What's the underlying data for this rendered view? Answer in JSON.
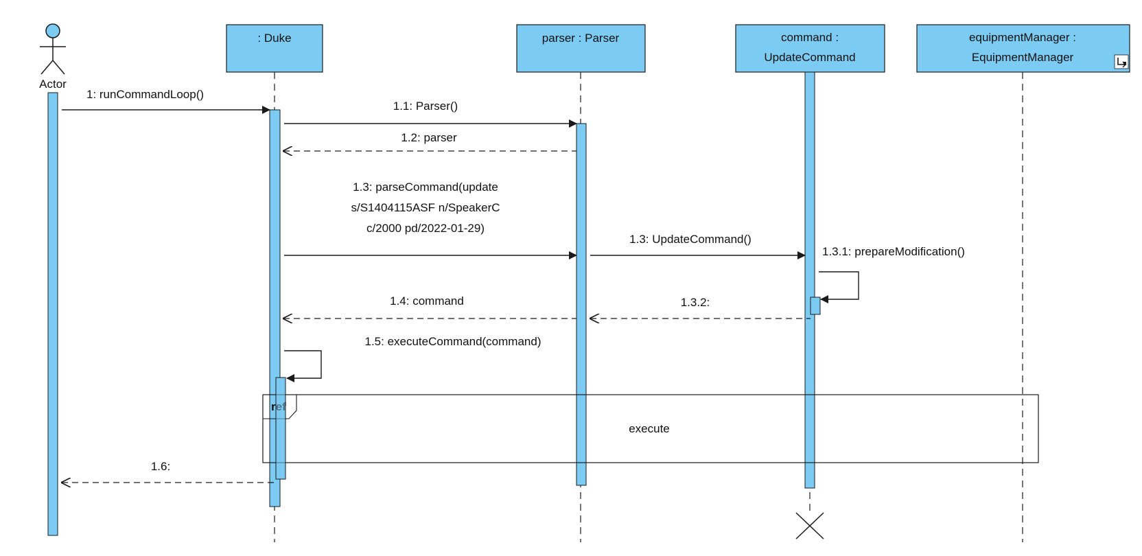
{
  "colors": {
    "lifeline_fill": "#7ccbf2",
    "stroke": "#1a1a1a",
    "background": "#ffffff"
  },
  "actor": {
    "label": "Actor",
    "icon": "stick-figure-icon"
  },
  "lifelines": [
    {
      "id": "duke",
      "line1": ": Duke",
      "line2": ""
    },
    {
      "id": "parser",
      "line1": "parser : Parser",
      "line2": ""
    },
    {
      "id": "command",
      "line1": "command :",
      "line2": "UpdateCommand"
    },
    {
      "id": "equipment",
      "line1": "equipmentManager :",
      "line2": "EquipmentManager"
    }
  ],
  "messages": {
    "m1": "1: runCommandLoop()",
    "m1_1": "1.1: Parser()",
    "m1_2": "1.2: parser",
    "m1_3_line1": "1.3: parseCommand(update",
    "m1_3_line2": "s/S1404115ASF n/SpeakerC",
    "m1_3_line3": "c/2000 pd/2022-01-29)",
    "m1_3b": "1.3: UpdateCommand()",
    "m1_3_1": "1.3.1: prepareModification()",
    "m1_3_2": "1.3.2:",
    "m1_4": "1.4: command",
    "m1_5": "1.5: executeCommand(command)",
    "m1_6": "1.6:"
  },
  "ref_fragment": {
    "tag": "ref",
    "label": "execute"
  },
  "icons": {
    "corner": "resize-corner-icon",
    "destroy": "destroy-x-icon"
  }
}
